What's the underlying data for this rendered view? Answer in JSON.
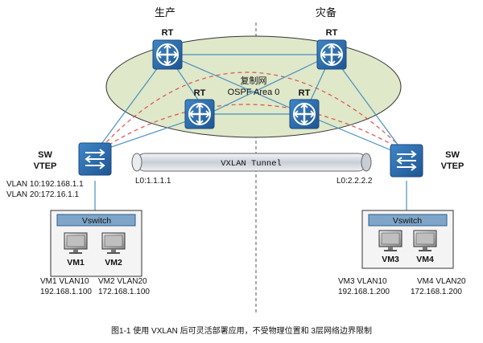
{
  "labels": {
    "production": "生产",
    "disaster_recovery": "灾备",
    "network_name": "复制网",
    "ospf_area": "OSPF Area 0",
    "router": "RT",
    "tunnel": "VXLAN Tunnel",
    "left_sw_line1": "SW",
    "left_sw_line2": "VTEP",
    "right_sw_line1": "SW",
    "right_sw_line2": "VTEP",
    "left_vlan10": "VLAN 10:192.168.1.1",
    "left_vlan20": "VLAN 20:172.16.1.1",
    "left_loopback": "L0:1.1.1.1",
    "right_loopback": "L0:2.2.2.2",
    "vswitch": "Vswitch",
    "vm1": "VM1",
    "vm2": "VM2",
    "vm3": "VM3",
    "vm4": "VM4",
    "vm1_vlan": "VM1 VLAN10",
    "vm1_ip": "192.168.1.100",
    "vm2_vlan": "VM2 VLAN20",
    "vm2_ip": "172.168.1.100",
    "vm3_vlan": "VM3 VLAN10",
    "vm3_ip": "192.168.1.200",
    "vm4_vlan": "VM4 VLAN20",
    "vm4_ip": "172.168.1.200",
    "caption": "图1-1  使用 VXLAN 后可灵活部署应用，不受物理位置和   3层网络边界限制"
  },
  "colors": {
    "ellipse_fill": "#dfe8c9",
    "device_blue": "#2e6fb0",
    "dashed_red": "#d9534f",
    "link": "#4a8fc0",
    "tunnel_fill": "#d9dde3"
  }
}
